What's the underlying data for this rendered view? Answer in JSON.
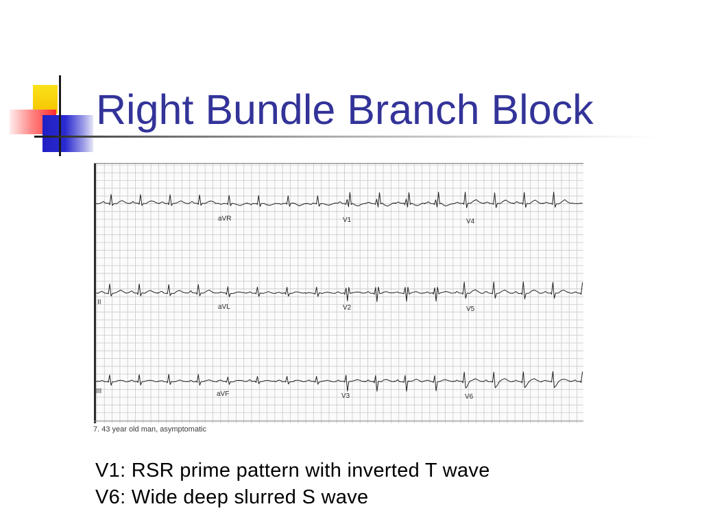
{
  "slide": {
    "title": "Right Bundle Branch Block"
  },
  "colors": {
    "title": "#333399",
    "accent_yellow": "#f4c400",
    "accent_red": "#ff2b2b",
    "accent_blue": "#1f1fc4",
    "ecg_trace": "#222222",
    "ecg_grid": "#c9c9c9"
  },
  "ecg": {
    "leads": [
      "aVR",
      "V1",
      "V4",
      "II",
      "aVL",
      "V2",
      "V5",
      "III",
      "aVF",
      "V3",
      "V6"
    ],
    "caption": "7. 43 year old man, asymptomatic"
  },
  "notes": [
    "V1: RSR prime pattern with inverted T wave",
    "V6: Wide deep slurred S wave"
  ]
}
